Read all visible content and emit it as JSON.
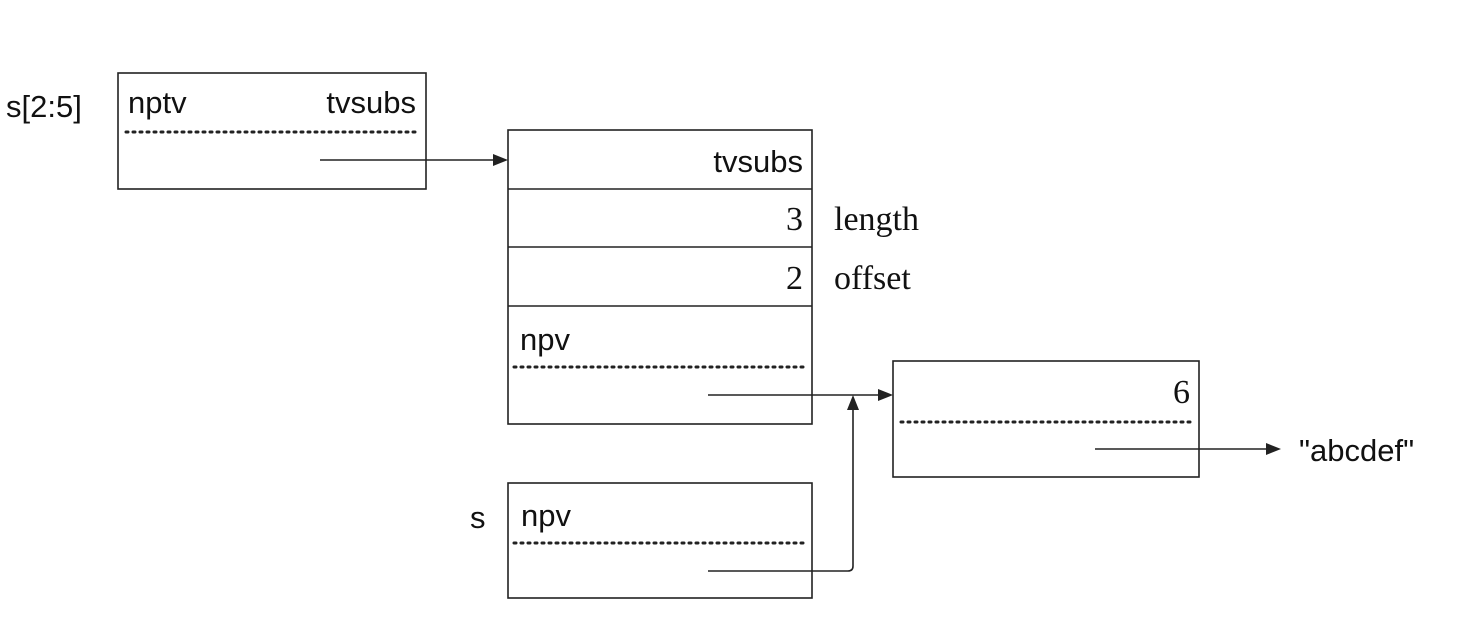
{
  "descriptor": {
    "name_label": "s[2:5]",
    "left_field": "nptv",
    "right_field": "tvsubs"
  },
  "subscript_block": {
    "type_field": "tvsubs",
    "length_value": "3",
    "length_label": "length",
    "offset_value": "2",
    "offset_label": "offset",
    "pointer_field": "npv"
  },
  "string_block": {
    "length_value": "6",
    "string_value": "\"abcdef\""
  },
  "variable": {
    "name_label": "s",
    "pointer_field": "npv"
  }
}
